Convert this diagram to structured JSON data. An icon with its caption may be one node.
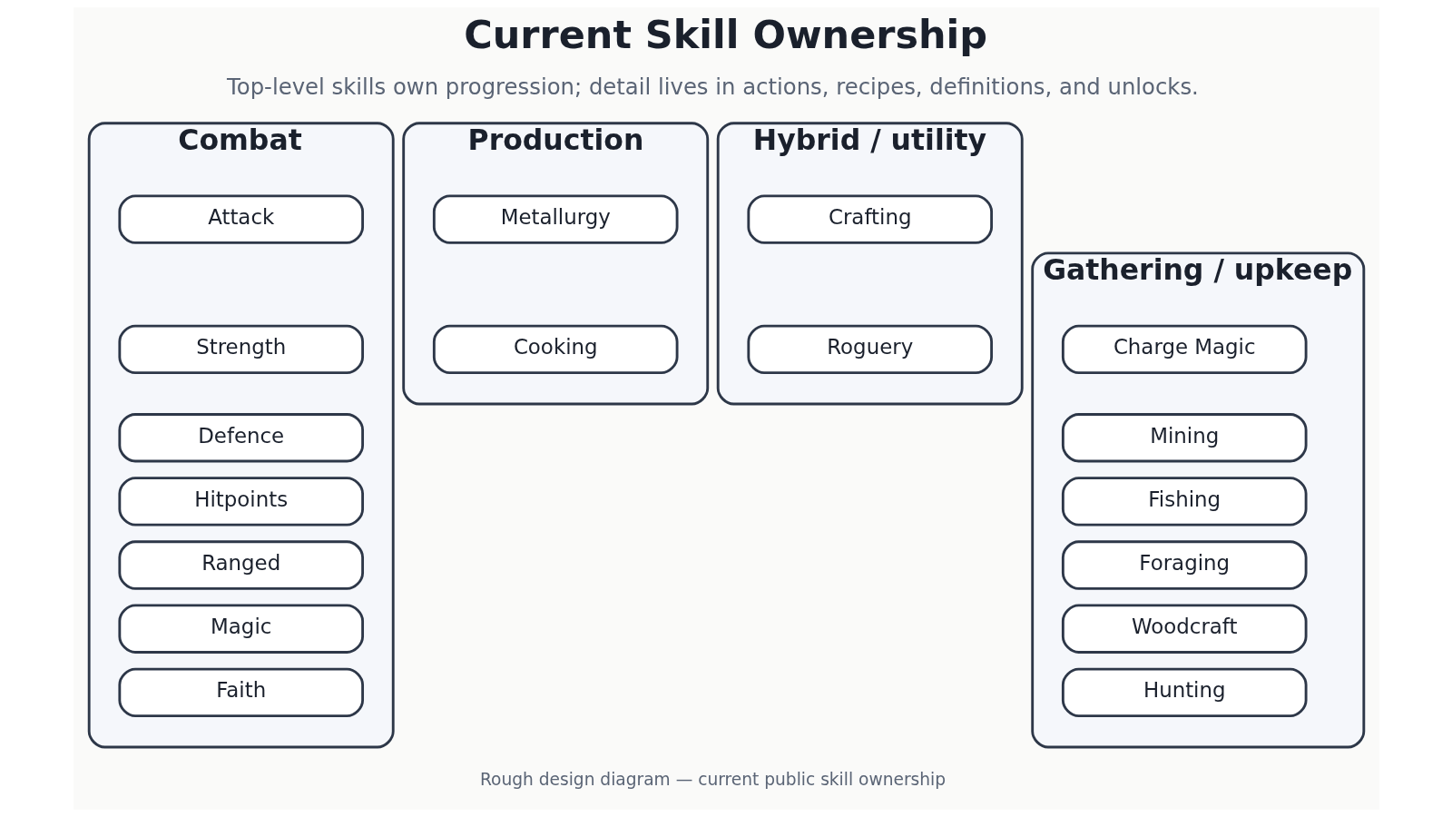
{
  "diagram": {
    "title": "Current Skill Ownership",
    "caption": "Rough design diagram — current public skill ownership",
    "nodes": [
      {
        "text": [
          "Combat"
        ]
      },
      {
        "text": [
          "Attack"
        ],
        "in": 0
      },
      {
        "text": [
          "Strength"
        ],
        "in": 0
      },
      {
        "text": [
          "Defence"
        ],
        "in": 0
      },
      {
        "text": [
          "Hitpoints"
        ],
        "in": 0
      },
      {
        "text": [
          "Ranged"
        ],
        "in": 0
      },
      {
        "text": [
          "Magic"
        ],
        "in": 0
      },
      {
        "text": [
          "Faith"
        ],
        "in": 0
      },
      {
        "text": [
          "Gathering / upkeep"
        ]
      },
      {
        "text": [
          "Charge Magic"
        ],
        "in": 8
      },
      {
        "text": [
          "Mining"
        ],
        "in": 8
      },
      {
        "text": [
          "Fishing"
        ],
        "in": 8
      },
      {
        "text": [
          "Foraging"
        ],
        "in": 8
      },
      {
        "text": [
          "Woodcraft"
        ],
        "in": 8
      },
      {
        "text": [
          "Hunting"
        ],
        "in": 8
      },
      {
        "text": [
          "Production"
        ]
      },
      {
        "text": [
          "Metallurgy"
        ],
        "in": 15
      },
      {
        "text": [
          "Cooking"
        ],
        "in": 15
      },
      {
        "text": [
          "Hybrid / utility"
        ]
      },
      {
        "text": [
          "Crafting"
        ],
        "in": 18
      },
      {
        "text": [
          "Roguery"
        ],
        "in": 18
      }
    ],
    "labels": [
      "Top-level skills own progression; detail lives in actions, recipes, definitions, and unlocks."
    ]
  }
}
